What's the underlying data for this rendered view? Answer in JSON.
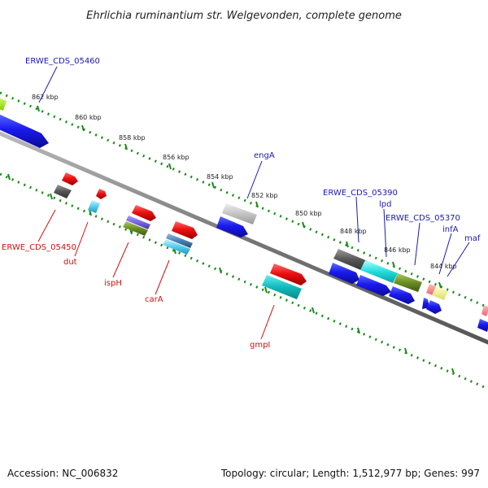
{
  "header": {
    "title": "Ehrlichia ruminantium str. Welgevonden, complete genome"
  },
  "footer": {
    "accession": "Accession: NC_006832",
    "summary": "Topology: circular; Length: 1,512,977 bp; Genes: 997"
  },
  "colors": {
    "backbone": "#777777",
    "tick_marks": "#1a8a1a",
    "forward_label": "#1a1aaa",
    "reverse_label": "#cc1111"
  },
  "scale_ticks": [
    "862 kbp",
    "860 kbp",
    "858 kbp",
    "856 kbp",
    "854 kbp",
    "852 kbp",
    "850 kbp",
    "848 kbp",
    "846 kbp",
    "844 kbp"
  ],
  "forward_labels": [
    "ERWE_CDS_05460",
    "engA",
    "ERWE_CDS_05390",
    "lpd",
    "ERWE_CDS_05370",
    "infA",
    "maf"
  ],
  "reverse_labels": [
    "ERWE_CDS_05450",
    "dut",
    "ispH",
    "carA",
    "gmpI"
  ]
}
